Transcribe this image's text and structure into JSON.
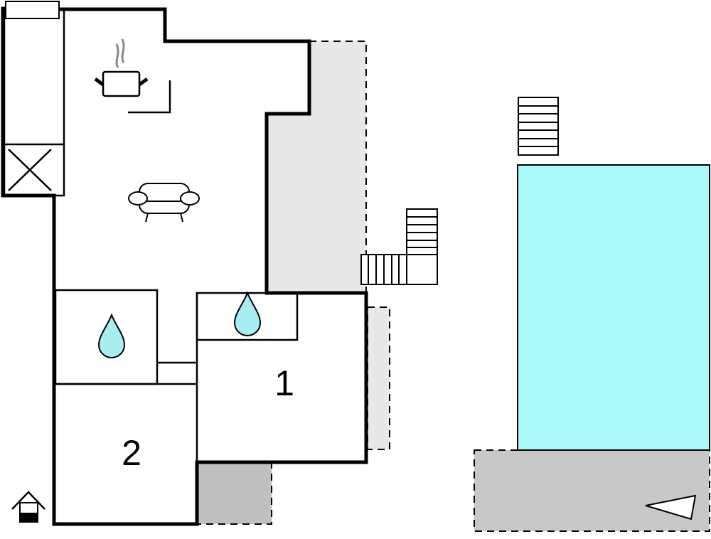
{
  "plan": {
    "rooms": [
      {
        "id": "bedroom-1",
        "label": "1"
      },
      {
        "id": "bedroom-2",
        "label": "2"
      }
    ],
    "colors": {
      "wall": "#000000",
      "terrace_light": "#e8e8e8",
      "terrace_dark": "#c0c0c0",
      "pool": "#aaf8fa",
      "water_drop": "#a8eef0",
      "steam": "#888888"
    },
    "icons": [
      "kitchen-pot-icon",
      "sofa-icon",
      "water-drop-icon",
      "stairs-icon",
      "house-entrance-icon",
      "compass-arrow-icon"
    ]
  }
}
